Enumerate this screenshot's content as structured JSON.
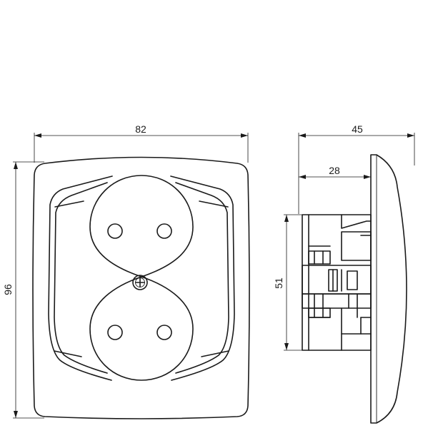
{
  "dimensions": {
    "front_width": "82",
    "front_height": "96",
    "side_depth": "45",
    "side_base_depth": "28",
    "side_body_height": "51"
  }
}
